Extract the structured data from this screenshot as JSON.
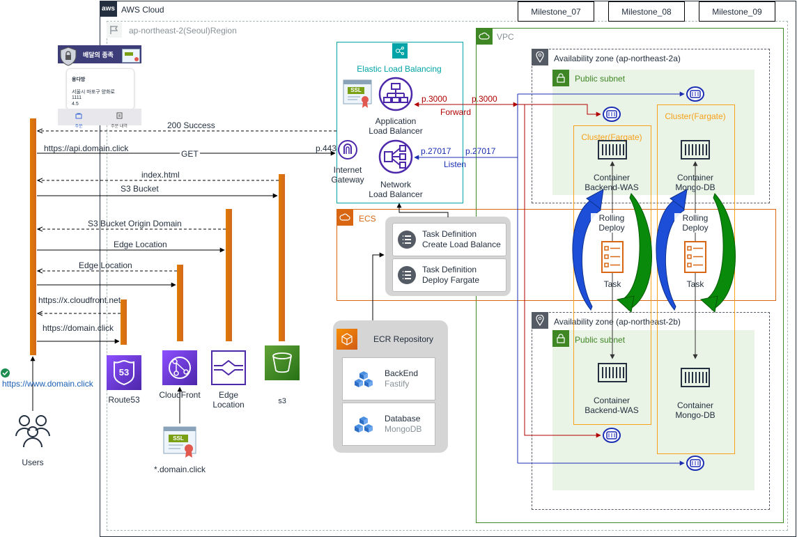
{
  "aws_cloud_label": "AWS Cloud",
  "aws_logo_text": "aws",
  "region_label": "ap-northeast-2(Seoul)Region",
  "milestones": [
    "Milestone_07",
    "Milestone_08",
    "Milestone_09"
  ],
  "vpc_label": "VPC",
  "az_a_label": "Availability zone (ap-northeast-2a)",
  "az_b_label": "Availability zone (ap-northeast-2b)",
  "public_subnet_label": "Public subnet",
  "elb_title": "Elastic Load Balancing",
  "ssl_badge": "SSL",
  "alb_label": [
    "Application",
    "Load Balancer"
  ],
  "nlb_label": [
    "Network",
    "Load Balancer"
  ],
  "internet_gateway_label": [
    "Internet",
    "Gateway"
  ],
  "ecs_label": "ECS",
  "task_defs": [
    [
      "Task Definition",
      "Create Load Balance"
    ],
    [
      "Task Definition",
      "Deploy Fargate"
    ]
  ],
  "ecr_title": "ECR Repository",
  "ecr_items": [
    {
      "name": "BackEnd",
      "sub": "Fastify"
    },
    {
      "name": "Database",
      "sub": "MongoDB"
    }
  ],
  "cluster_label": "Cluster(Fargate)",
  "container_backend": [
    "Container",
    "Backend-WAS"
  ],
  "container_mongo": [
    "Container",
    "Mongo-DB"
  ],
  "rolling_deploy": [
    "Rolling",
    "Deploy"
  ],
  "task_label": "Task",
  "ports": {
    "alb_p": "p.3000",
    "alb_p2": "p.3000",
    "forward": "Forward",
    "nlb_p": "p.27017",
    "nlb_p2": "p.27017",
    "listen": "Listen",
    "igw_p": "p.443"
  },
  "flows": {
    "success": "200 Success",
    "api": "https://api.domain.click",
    "get": "GET",
    "index": "index.html",
    "s3bucket": "S3 Bucket",
    "s3origin": "S3 Bucket Origin Domain",
    "edge1": "Edge Location",
    "edge2": "Edge Location",
    "cloudfront_url": "https://x.cloudfront.net",
    "domain": "https://domain.click"
  },
  "services": {
    "route53": "Route53",
    "route53_num": "53",
    "cloudfront": "CloudFront",
    "edge": [
      "Edge",
      "Location"
    ],
    "s3": "s3"
  },
  "cert_label": "*.domain.click",
  "users_label": "Users",
  "www_url": "https://www.domain.click",
  "phone": {
    "app_name": "배달의 종족",
    "shop": "용다방",
    "address": "서울시 마포구 양화로",
    "line1": "1111",
    "rating": "4.5",
    "tab_order": "주문",
    "tab_history": "주문 내역"
  }
}
